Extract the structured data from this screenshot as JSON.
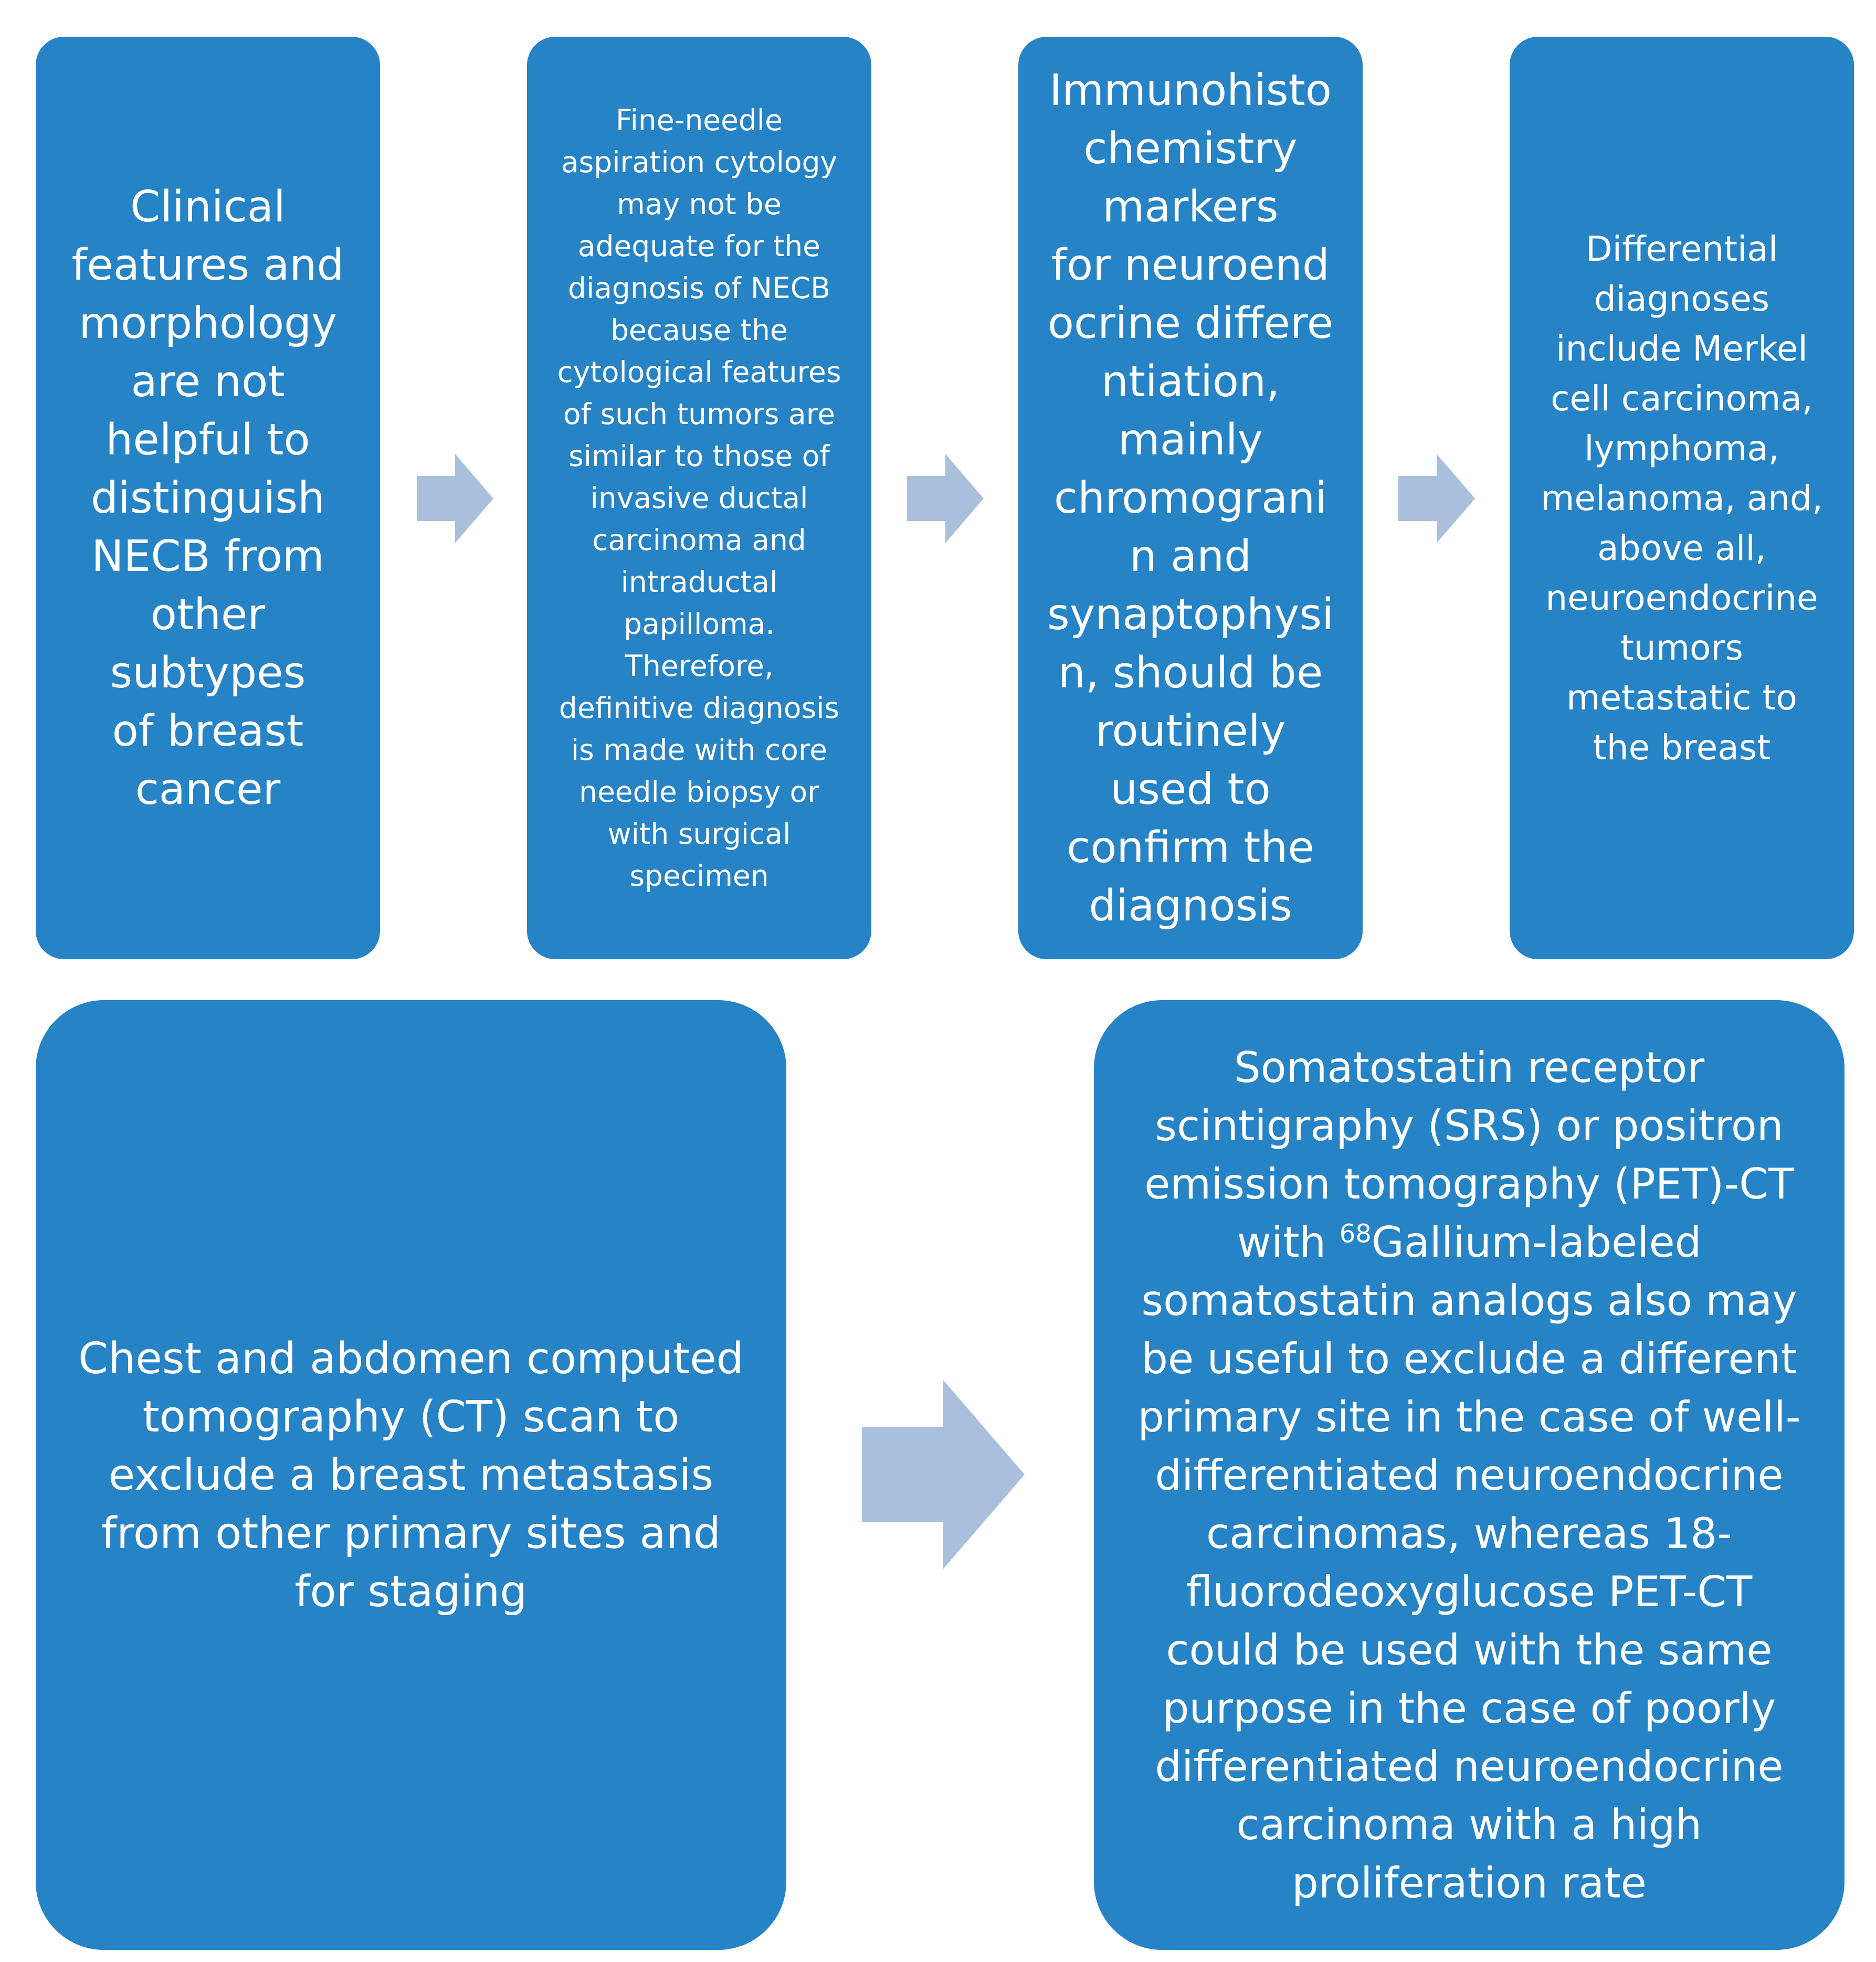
{
  "colors": {
    "box_fill": "#2683c6",
    "arrow_fill": "#a9bfdc",
    "text": "#ffffff"
  },
  "steps": [
    {
      "lines": [
        "Clinical",
        "features and",
        "morphology",
        "are not",
        "helpful to",
        "distinguish",
        "NECB from",
        "other",
        "subtypes",
        "of breast",
        "cancer"
      ]
    },
    {
      "lines": [
        "Fine-needle",
        "aspiration cytology",
        "may not be",
        "adequate for the",
        "diagnosis of NECB",
        "because the",
        "cytological features",
        "of such tumors are",
        "similar to those of",
        "invasive ductal",
        "carcinoma and",
        "intraductal",
        "papilloma.",
        "Therefore,",
        "definitive diagnosis",
        "is made with core",
        "needle biopsy or",
        "with surgical",
        "specimen"
      ]
    },
    {
      "lines": [
        "Immunohisto",
        "chemistry",
        "markers",
        "for neuroend",
        "ocrine differe",
        "ntiation,",
        "mainly",
        "chromograni",
        "n and",
        "synaptophysi",
        "n, should be",
        "routinely",
        "used to",
        "confirm the",
        "diagnosis"
      ]
    },
    {
      "lines": [
        "Differential",
        "diagnoses",
        "include Merkel",
        "cell carcinoma,",
        "lymphoma,",
        "melanoma, and,",
        "above all,",
        "neuroendocrine",
        "tumors",
        "metastatic to",
        "the breast"
      ]
    },
    {
      "lines": [
        "Chest and abdomen computed",
        "tomography (CT) scan to",
        "exclude a breast metastasis",
        "from other primary sites and",
        "for staging"
      ]
    },
    {
      "line1": "Somatostatin receptor",
      "line2": "scintigraphy (SRS) or positron",
      "line3": "emission tomography (PET)-CT",
      "line4_pre": "with ",
      "line4_sup": "68",
      "line4_post": "Gallium-labeled",
      "lines_rest": [
        "somatostatin analogs also may",
        "be useful to exclude a different",
        "primary site in the case of well-",
        "differentiated neuroendocrine",
        "carcinomas, whereas 18-",
        "fluorodeoxyglucose PET-CT",
        "could be used with the same",
        "purpose in the case of poorly",
        "differentiated neuroendocrine",
        "carcinoma with a high",
        "proliferation rate"
      ]
    }
  ],
  "arrows": [
    {
      "icon": "right-arrow-icon"
    },
    {
      "icon": "right-arrow-icon"
    },
    {
      "icon": "right-arrow-icon"
    },
    {
      "icon": "right-arrow-icon"
    }
  ]
}
